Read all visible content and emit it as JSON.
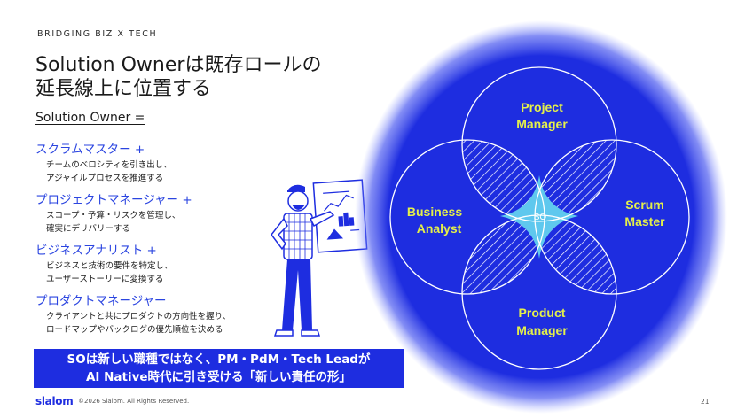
{
  "header": {
    "label": "BRIDGING BIZ X TECH"
  },
  "title": {
    "line1": "Solution Ownerは既存ロールの",
    "line2": "延長線上に位置する"
  },
  "subtitle": "Solution Owner =",
  "roles": [
    {
      "title": "スクラムマスター +",
      "desc1": "チームのベロシティを引き出し、",
      "desc2": "アジャイルプロセスを推進する"
    },
    {
      "title": "プロジェクトマネージャー +",
      "desc1": "スコープ・予算・リスクを管理し、",
      "desc2": "確実にデリバリーする"
    },
    {
      "title": "ビジネスアナリスト +",
      "desc1": "ビジネスと技術の要件を特定し、",
      "desc2": "ユーザーストーリーに変換する"
    },
    {
      "title": "プロダクトマネージャー",
      "desc1": "クライアントと共にプロダクトの方向性を握り、",
      "desc2": "ロードマップやバックログの優先順位を決める"
    }
  ],
  "banner": {
    "line1": "SOは新しい職種ではなく、PM・PdM・Tech Leadが",
    "line2": "AI Native時代に引き受ける「新しい責任の形」"
  },
  "venn": {
    "top_line1": "Project",
    "top_line2": "Manager",
    "left_line1": "Business",
    "left_line2": "Analyst",
    "right_line1": "Scrum",
    "right_line2": "Master",
    "bottom_line1": "Product",
    "bottom_line2": "Manager",
    "center": "SO",
    "colors": {
      "glow": "#1e2de0",
      "label": "#e4f04a",
      "center": "#5fc8ee"
    }
  },
  "footer": {
    "logo": "slalom",
    "copyright": "©2026 Slalom. All Rights Reserved.",
    "page": "21"
  }
}
